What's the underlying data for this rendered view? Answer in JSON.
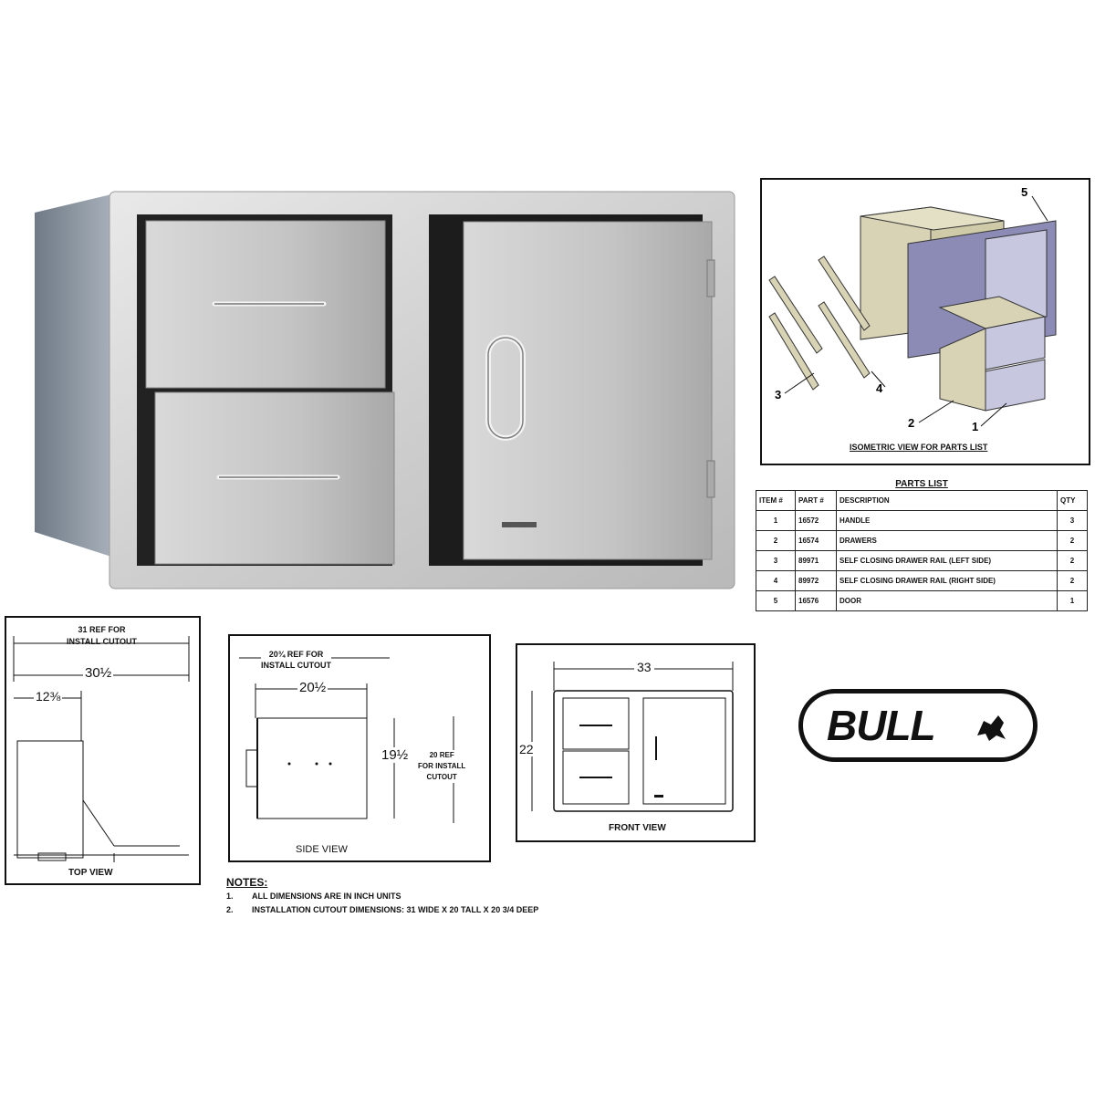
{
  "isometric": {
    "caption": "ISOMETRIC VIEW FOR PARTS LIST",
    "callouts": [
      "1",
      "2",
      "3",
      "4",
      "5"
    ]
  },
  "parts_list": {
    "title": "PARTS LIST",
    "headers": [
      "ITEM #",
      "PART #",
      "DESCRIPTION",
      "QTY"
    ],
    "rows": [
      [
        "1",
        "16572",
        "HANDLE",
        "3"
      ],
      [
        "2",
        "16574",
        "DRAWERS",
        "2"
      ],
      [
        "3",
        "89971",
        "SELF CLOSING DRAWER RAIL (LEFT SIDE)",
        "2"
      ],
      [
        "4",
        "89972",
        "SELF CLOSING DRAWER RAIL (RIGHT SIDE)",
        "2"
      ],
      [
        "5",
        "16576",
        "DOOR",
        "1"
      ]
    ]
  },
  "top_view": {
    "caption": "TOP VIEW",
    "ref_line1": "31 REF FOR",
    "ref_line2": "INSTALL CUTOUT",
    "width": "30½",
    "depth": "12⅜"
  },
  "side_view": {
    "caption": "SIDE VIEW",
    "ref_line1": "20¾ REF FOR",
    "ref_line2": "INSTALL CUTOUT",
    "depth": "20½",
    "height": "19½",
    "height_ref_line1": "20 REF",
    "height_ref_line2": "FOR INSTALL",
    "height_ref_line3": "CUTOUT"
  },
  "front_view": {
    "caption": "FRONT VIEW",
    "width": "33",
    "height": "22"
  },
  "logo": {
    "text": "BULL"
  },
  "notes": {
    "title": "NOTES:",
    "items": [
      [
        "1.",
        "ALL DIMENSIONS ARE IN INCH UNITS"
      ],
      [
        "2.",
        "INSTALLATION CUTOUT DIMENSIONS: 31 WIDE X 20 TALL X 20 3/4 DEEP"
      ]
    ]
  }
}
